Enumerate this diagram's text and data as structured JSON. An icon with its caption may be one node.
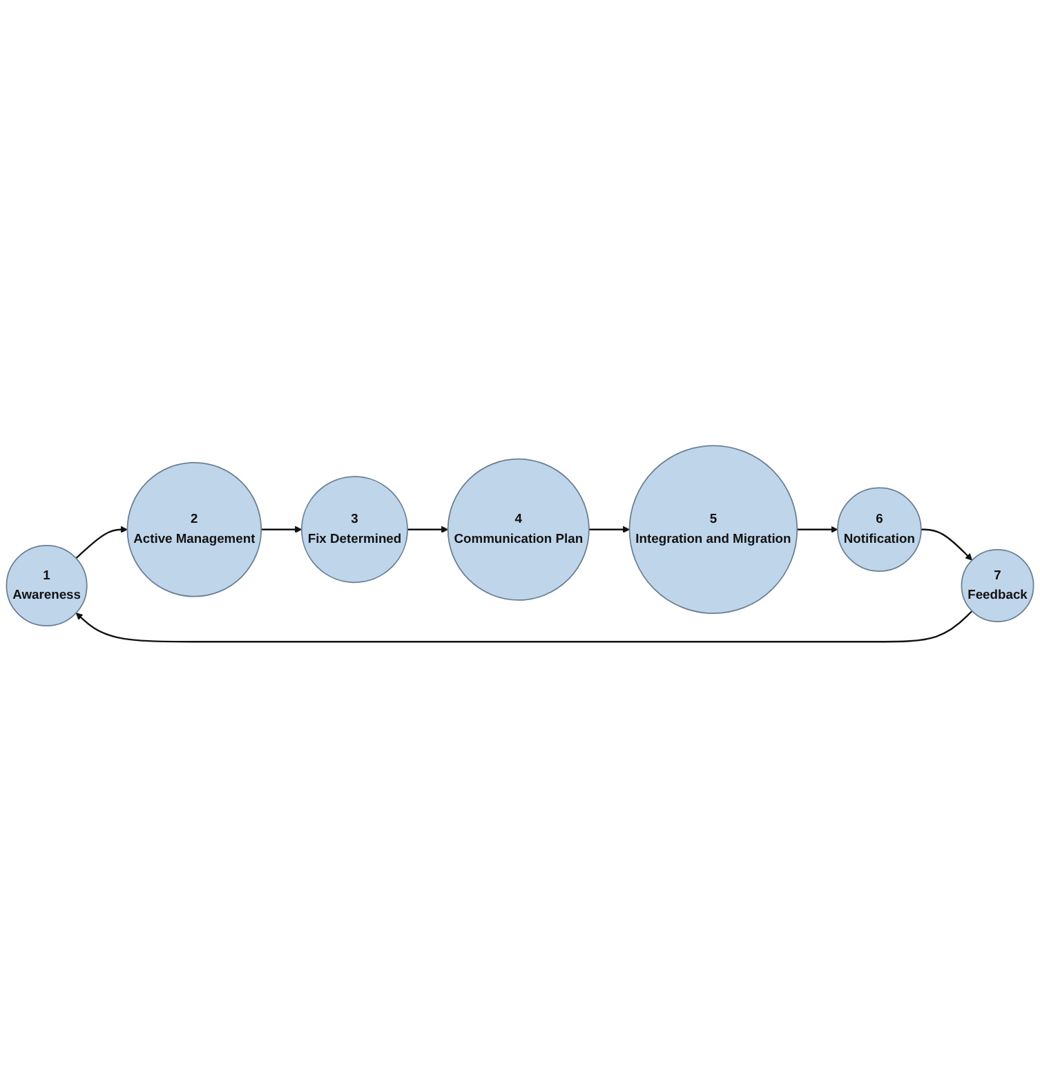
{
  "diagram": {
    "nodes": [
      {
        "text": [
          "1",
          "Awareness"
        ]
      },
      {
        "text": [
          "2",
          "Active Management"
        ]
      },
      {
        "text": [
          "3",
          "Fix Determined"
        ]
      },
      {
        "text": [
          "4",
          "Communication Plan"
        ]
      },
      {
        "text": [
          "5",
          "Integration and Migration"
        ]
      },
      {
        "text": [
          "6",
          "Notification"
        ]
      },
      {
        "text": [
          "7",
          "Feedback"
        ]
      }
    ],
    "edges": [
      {
        "from": 0,
        "to": 1,
        "arrow": "to"
      },
      {
        "from": 1,
        "to": 2,
        "arrow": "to"
      },
      {
        "from": 2,
        "to": 3,
        "arrow": "to"
      },
      {
        "from": 3,
        "to": 4,
        "arrow": "to"
      },
      {
        "from": 4,
        "to": 5,
        "arrow": "to"
      },
      {
        "from": 5,
        "to": 6,
        "arrow": "to"
      },
      {
        "from": 6,
        "to": 0,
        "arrow": "to"
      }
    ]
  }
}
